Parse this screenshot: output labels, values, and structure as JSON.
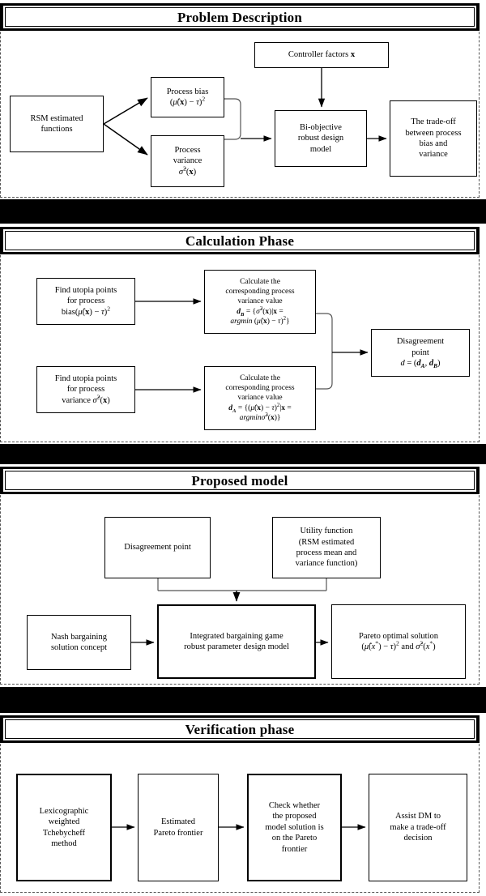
{
  "diagram": {
    "title": "Research framework flowchart",
    "style": {
      "line_color": "#000000",
      "band_color": "#000000",
      "box_fill": "#ffffff"
    }
  },
  "sections": [
    {
      "id": "problem-description",
      "title": "Problem Description",
      "nodes": {
        "rsm": {
          "l1": "RSM estimated",
          "l2": "functions"
        },
        "process_bias": {
          "l1": "Process bias",
          "l2": "(μ̂(x) − τ)²"
        },
        "process_variance": {
          "l1": "Process",
          "l2": "variance",
          "l3": "σ̂²(x)"
        },
        "controller": {
          "l1": "Controller factors x"
        },
        "biobjective": {
          "l1": "Bi-objective",
          "l2": "robust design",
          "l3": "model"
        },
        "tradeoff": {
          "l1": "The trade-off",
          "l2": "between process",
          "l3": "bias and",
          "l4": "variance"
        }
      }
    },
    {
      "id": "calculation-phase",
      "title": "Calculation Phase",
      "nodes": {
        "utopia_bias": {
          "l1": "Find utopia points",
          "l2": "for process",
          "l3": "bias(μ̂(x) − τ)²"
        },
        "utopia_variance": {
          "l1": "Find utopia points",
          "l2": "for process",
          "l3": "variance σ̂²(x)"
        },
        "calc_db": {
          "l1": "Calculate the",
          "l2": "corresponding process",
          "l3": "variance value",
          "l4": "d_B = {σ̂²(x)|x =",
          "l5": "argmin (μ̂(x) − τ)²}"
        },
        "calc_da": {
          "l1": "Calculate the",
          "l2": "corresponding process",
          "l3": "variance value",
          "l4": "d_A = {(μ̂(x) − τ)²|x =",
          "l5": "argminσ̂²(x)}"
        },
        "disagreement": {
          "l1": "Disagreement",
          "l2": "point",
          "l3": "d = (d_A, d_B)"
        }
      }
    },
    {
      "id": "proposed-model",
      "title": "Proposed model",
      "nodes": {
        "disagreement_point": {
          "l1": "Disagreement point"
        },
        "utility": {
          "l1": "Utility  function",
          "l2": "(RSM estimated",
          "l3": "process mean and",
          "l4": "variance function)"
        },
        "nash": {
          "l1": "Nash bargaining",
          "l2": "solution concept"
        },
        "integrated": {
          "l1": "Integrated bargaining game",
          "l2": "robust parameter design model"
        },
        "pareto": {
          "l1": "Pareto optimal solution",
          "l2": "(μ̂(x*) − τ)² and σ̂²(x*)"
        }
      }
    },
    {
      "id": "verification-phase",
      "title": "Verification phase",
      "nodes": {
        "lexicographic": {
          "l1": "Lexicographic",
          "l2": "weighted",
          "l3": "Tchebycheff",
          "l4": "method"
        },
        "estimated_frontier": {
          "l1": "Estimated",
          "l2": "Pareto frontier"
        },
        "check": {
          "l1": "Check whether",
          "l2": "the proposed",
          "l3": "model  solution is",
          "l4": "on the Pareto",
          "l5": "frontier"
        },
        "assist": {
          "l1": "Assist DM to",
          "l2": "make a trade-off",
          "l3": "decision"
        }
      }
    }
  ]
}
